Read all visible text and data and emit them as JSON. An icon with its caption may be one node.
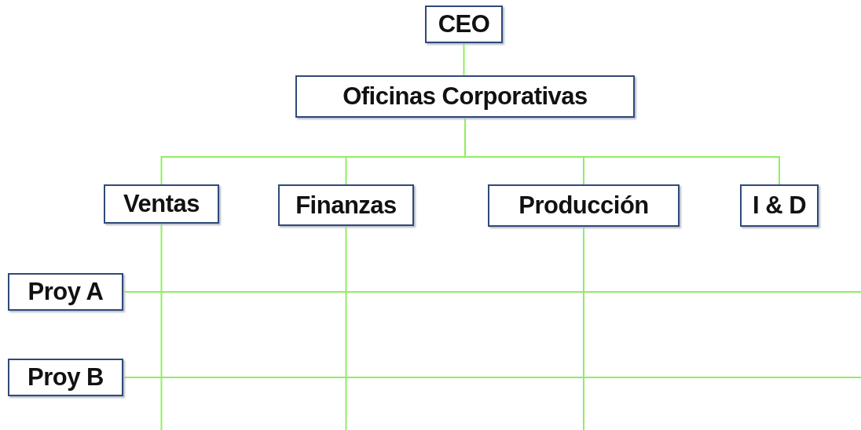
{
  "diagram": {
    "nodes": [
      {
        "text": [
          "CEO"
        ]
      },
      {
        "text": [
          "Oficinas Corporativas"
        ]
      },
      {
        "text": [
          "Ventas"
        ]
      },
      {
        "text": [
          "Finanzas"
        ]
      },
      {
        "text": [
          "Producción"
        ]
      },
      {
        "text": [
          "I & D"
        ]
      },
      {
        "text": [
          "Proy A"
        ]
      },
      {
        "text": [
          "Proy B"
        ]
      }
    ],
    "edges": [
      {
        "from": 0,
        "to": 1,
        "arrow": "none"
      },
      {
        "from": 1,
        "to": 2,
        "arrow": "none"
      },
      {
        "from": 1,
        "to": 3,
        "arrow": "none"
      },
      {
        "from": 1,
        "to": 4,
        "arrow": "none"
      },
      {
        "from": 1,
        "to": 5,
        "arrow": "none"
      },
      {
        "from": 2,
        "to": null,
        "arrow": "none"
      },
      {
        "from": 3,
        "to": null,
        "arrow": "none"
      },
      {
        "from": 4,
        "to": null,
        "arrow": "none"
      },
      {
        "from": 6,
        "to": null,
        "arrow": "none"
      },
      {
        "from": 7,
        "to": null,
        "arrow": "none"
      }
    ]
  }
}
